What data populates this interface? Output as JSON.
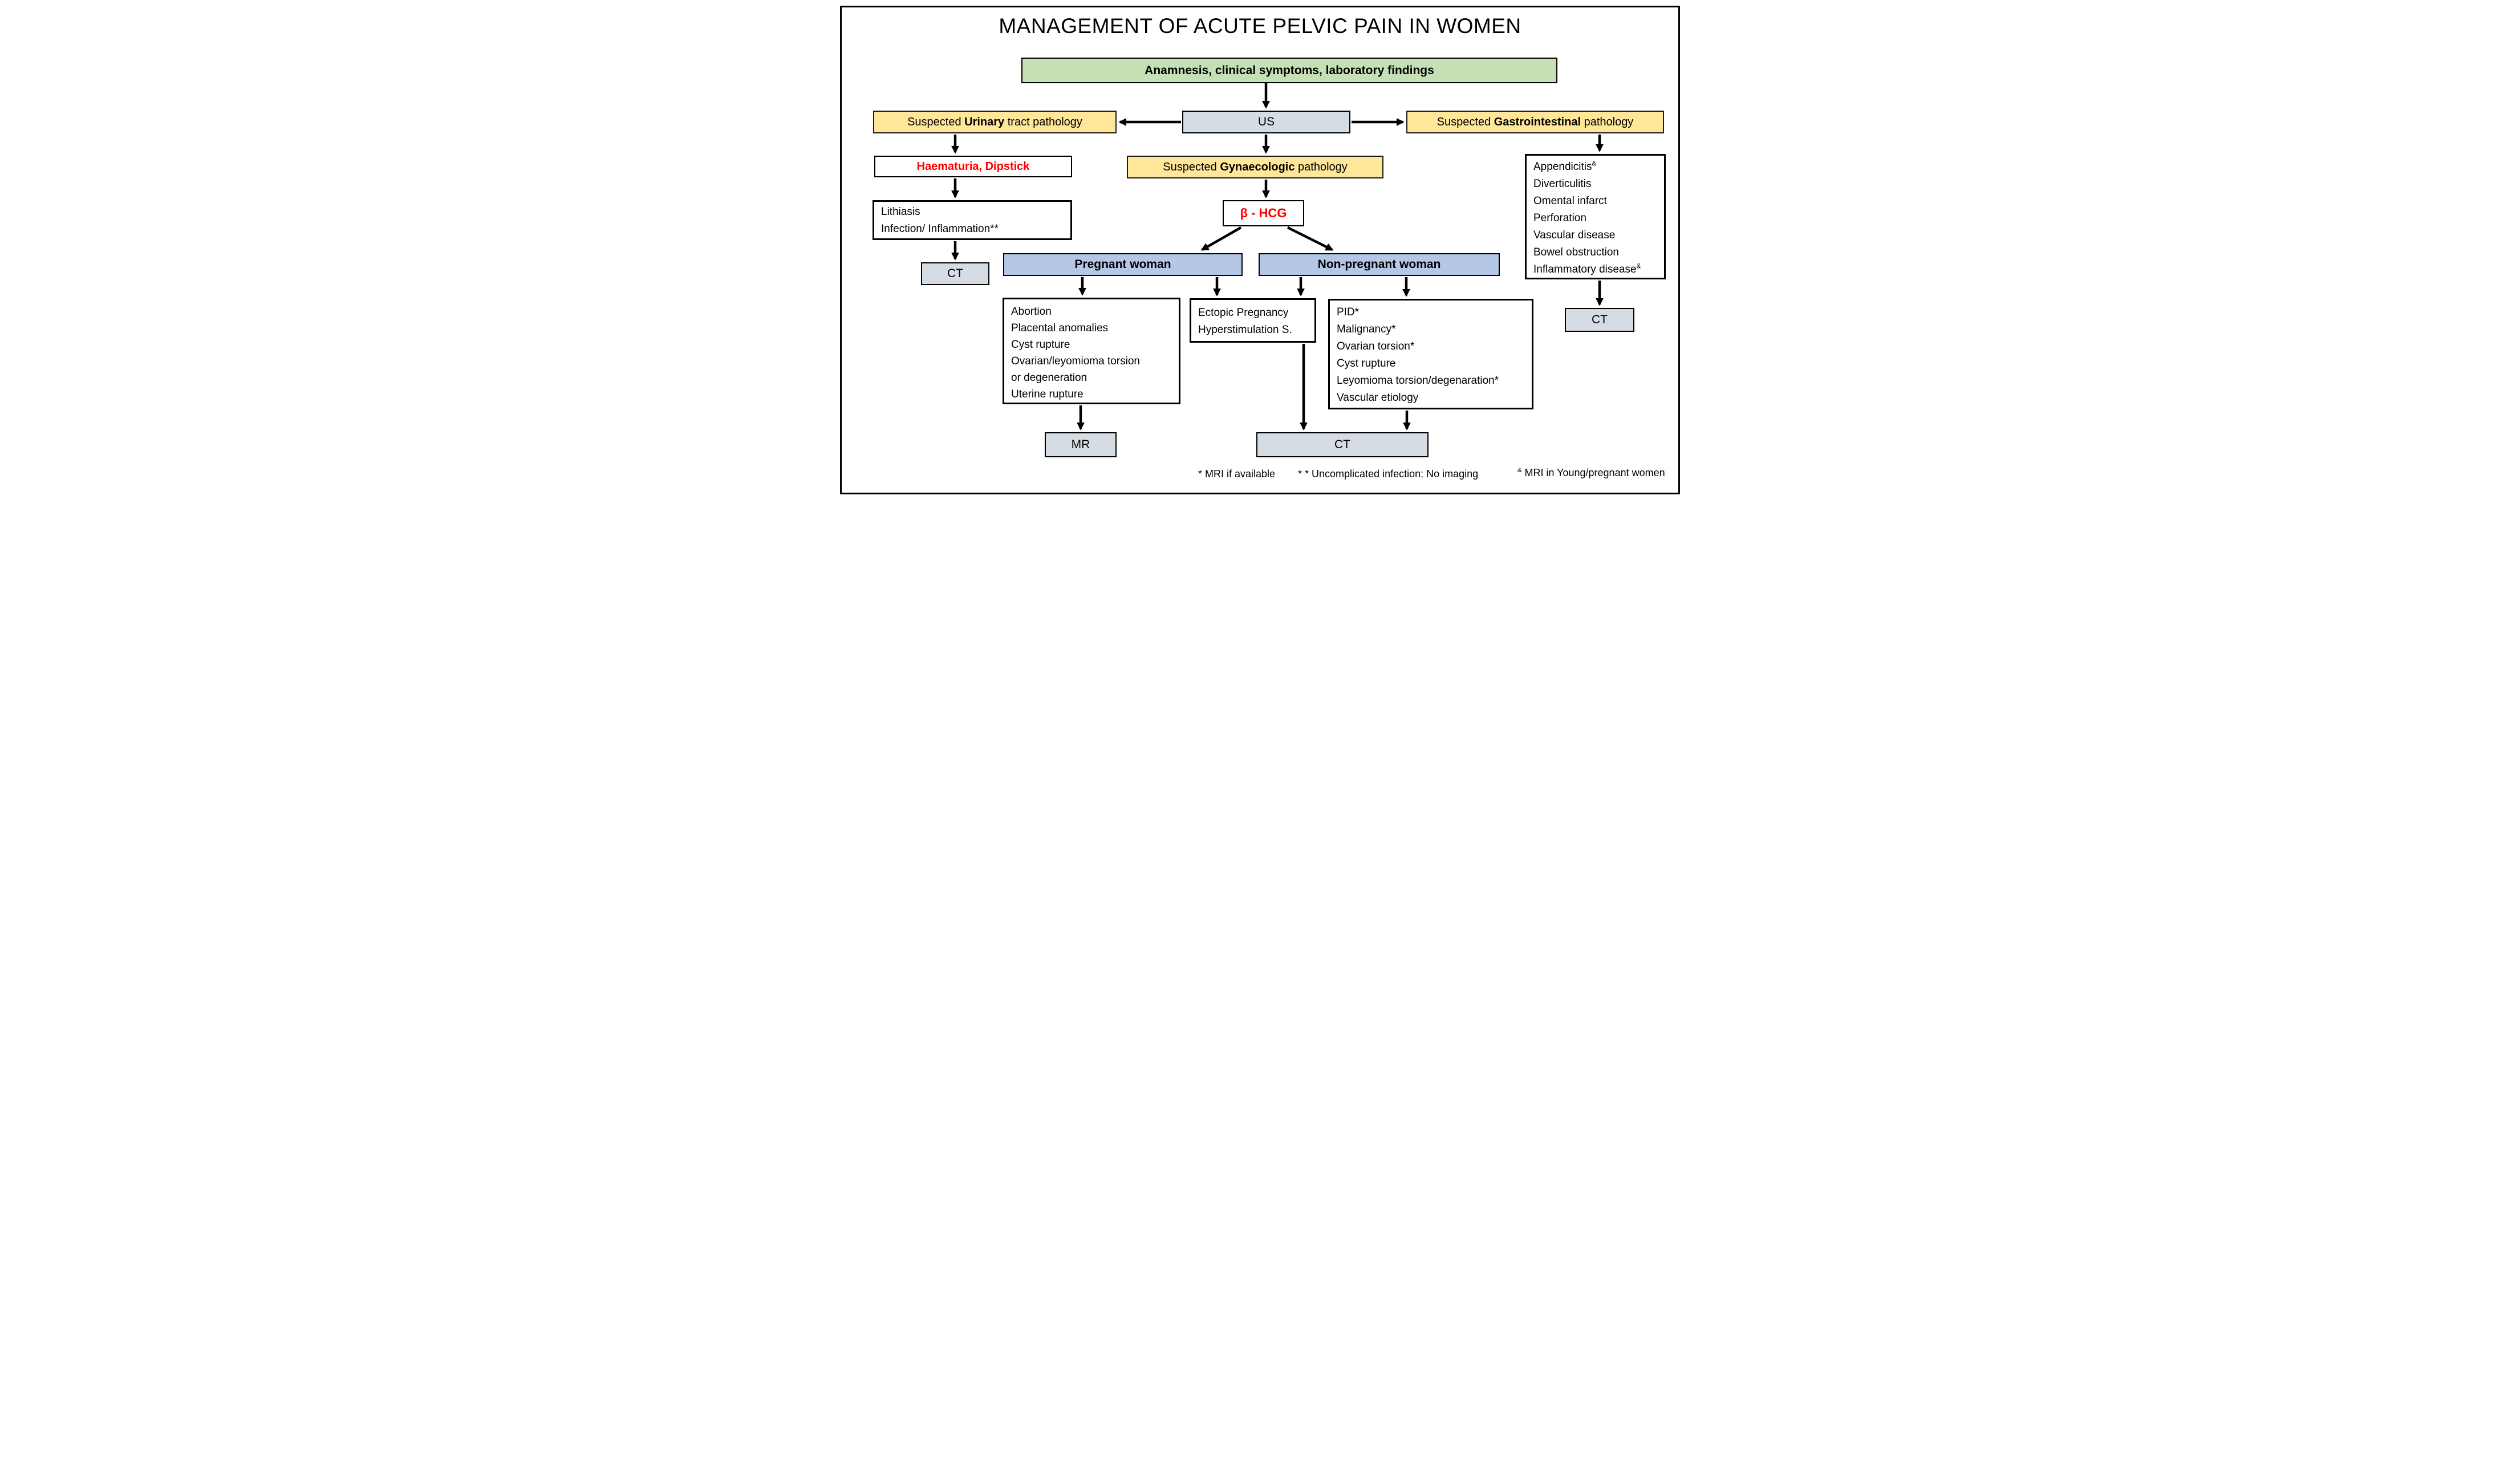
{
  "title": "MANAGEMENT OF ACUTE PELVIC PAIN IN WOMEN",
  "colors": {
    "green_box": "#C5E0B4",
    "yellow_box": "#FFE699",
    "blue_box": "#B4C7E7",
    "grayblue_box": "#D6DCE4",
    "alert_text": "#FF0000",
    "line": "#000000"
  },
  "nodes": {
    "anamnesis": {
      "label": "Anamnesis, clinical symptoms, laboratory findings"
    },
    "us": {
      "label": "US"
    },
    "urinary": {
      "prefix": "Suspected ",
      "bold": "Urinary",
      "suffix": " tract pathology"
    },
    "gastro": {
      "prefix": "Suspected ",
      "bold": "Gastrointestinal",
      "suffix": " pathology"
    },
    "gyn": {
      "prefix": "Suspected ",
      "bold": "Gynaecologic",
      "suffix": " pathology"
    },
    "haematuria": {
      "label": "Haematuria, Dipstick"
    },
    "lithiasis": {
      "lines": [
        "Lithiasis",
        "Infection/ Inflammation**"
      ]
    },
    "bhcg": {
      "label": "β - HCG"
    },
    "pregnant": {
      "label": "Pregnant woman"
    },
    "nonpregnant": {
      "label": "Non-pregnant woman"
    },
    "abortion_list": {
      "lines": [
        "Abortion",
        "Placental anomalies",
        "Cyst rupture",
        "Ovarian/leyomioma torsion",
        "or degeneration",
        "Uterine rupture"
      ]
    },
    "ectopic": {
      "lines": [
        "Ectopic Pregnancy",
        "Hyperstimulation S."
      ]
    },
    "pid_list": {
      "lines": [
        "PID*",
        "Malignancy*",
        "Ovarian torsion*",
        "Cyst rupture",
        "Leyomioma torsion/degenaration*",
        "Vascular etiology"
      ]
    },
    "gi_list": {
      "lines": [
        "Appendicitis&",
        "Diverticulitis",
        "Omental infarct",
        "Perforation",
        "Vascular disease",
        "Bowel obstruction",
        "Inflammatory disease&"
      ]
    },
    "mr": {
      "label": "MR"
    },
    "ct_left": {
      "label": "CT"
    },
    "ct_center": {
      "label": "CT"
    },
    "ct_right": {
      "label": "CT"
    }
  },
  "footnotes": [
    {
      "marker": "* ",
      "text": "MRI if available"
    },
    {
      "marker": "* * ",
      "text": "Uncomplicated infection: No imaging"
    },
    {
      "marker": "&",
      "text": " MRI in Young/pregnant women"
    }
  ]
}
